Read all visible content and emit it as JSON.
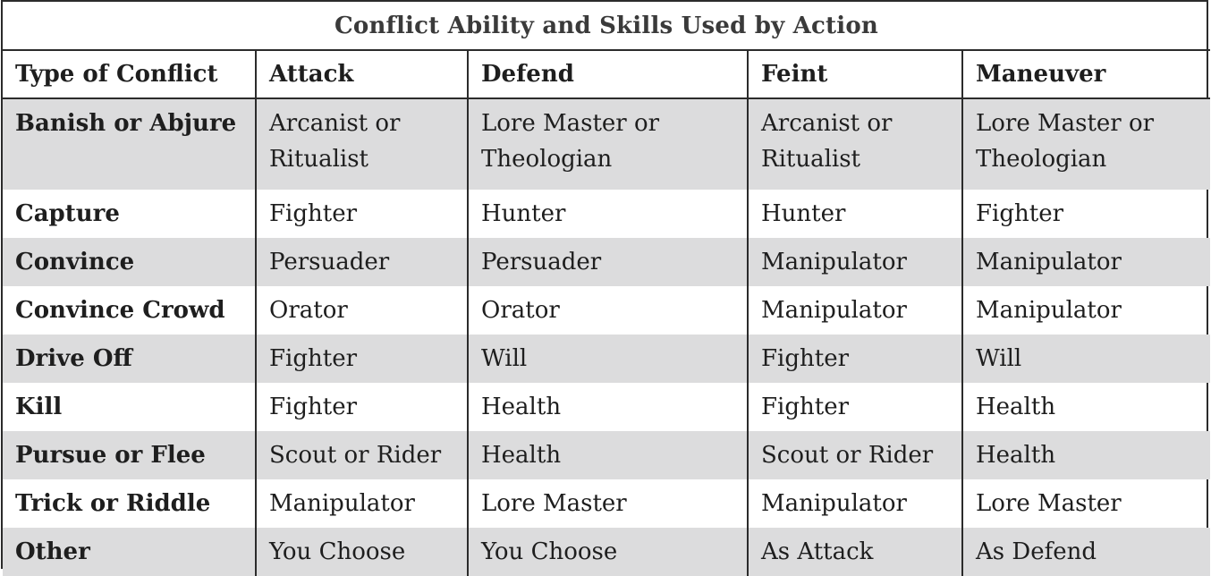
{
  "title": "Conflict Ability and Skills Used by Action",
  "headers": [
    "Type of Conflict",
    "Attack",
    "Defend",
    "Feint",
    "Maneuver"
  ],
  "rows": [
    {
      "type": "Banish or Abjure",
      "attack": "Arcanist or Ritualist",
      "defend": "Lore Master or Theologian",
      "feint": "Arcanist or Ritualist",
      "maneuver": "Lore Master or Theologian"
    },
    {
      "type": "Capture",
      "attack": "Fighter",
      "defend": "Hunter",
      "feint": "Hunter",
      "maneuver": "Fighter"
    },
    {
      "type": "Convince",
      "attack": "Persuader",
      "defend": "Persuader",
      "feint": "Manipulator",
      "maneuver": "Manipulator"
    },
    {
      "type": "Convince Crowd",
      "attack": "Orator",
      "defend": "Orator",
      "feint": "Manipulator",
      "maneuver": "Manipulator"
    },
    {
      "type": "Drive Off",
      "attack": "Fighter",
      "defend": "Will",
      "feint": "Fighter",
      "maneuver": "Will"
    },
    {
      "type": "Kill",
      "attack": "Fighter",
      "defend": "Health",
      "feint": "Fighter",
      "maneuver": "Health"
    },
    {
      "type": "Pursue or Flee",
      "attack": "Scout or Rider",
      "defend": "Health",
      "feint": "Scout or Rider",
      "maneuver": "Health"
    },
    {
      "type": "Trick or Riddle",
      "attack": "Manipulator",
      "defend": "Lore Master",
      "feint": "Manipulator",
      "maneuver": "Lore Master"
    },
    {
      "type": "Other",
      "attack": "You Choose",
      "defend": "You Choose",
      "feint": "As Attack",
      "maneuver": "As Defend"
    }
  ],
  "colors": {
    "shaded_row": "#dcdcdd",
    "border": "#2b2b2b"
  }
}
